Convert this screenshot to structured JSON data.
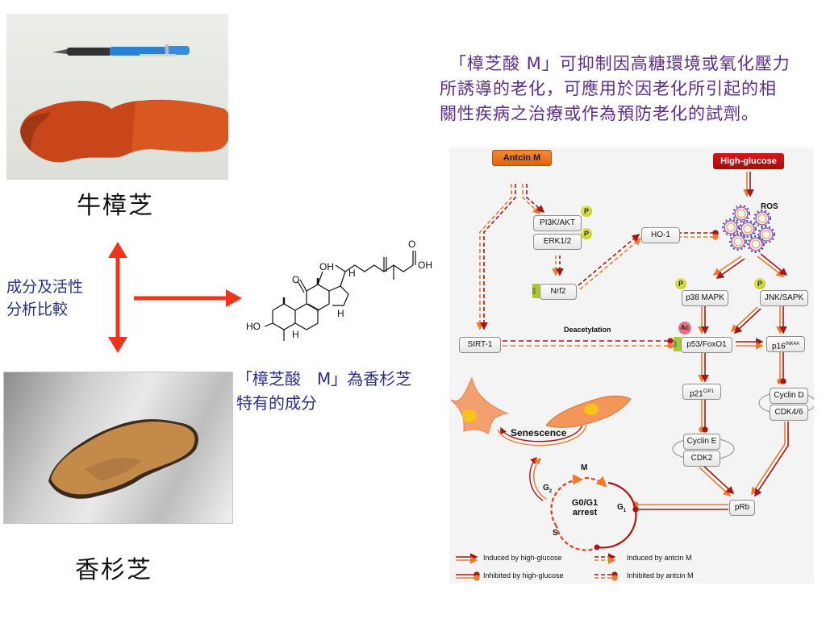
{
  "left": {
    "photo_top": {
      "name": "niu-zhang-zhi-photo",
      "subject": "orange-red fungus next to a blue mechanical pencil"
    },
    "caption_top": "牛樟芝",
    "compare_label": [
      "成分及活性",
      "分析比較"
    ],
    "photo_bottom": {
      "name": "xiang-shan-zhi-photo",
      "subject": "brownish-orange fungus on metal surface"
    },
    "caption_bottom": "香杉芝"
  },
  "middle": {
    "structure": {
      "name": "antcin-m-structure",
      "labels": [
        "OH",
        "O",
        "OH",
        "H",
        "O",
        "H",
        "HO",
        "H"
      ]
    },
    "note": [
      "「樟芝酸　M」為香杉芝",
      "特有的成分"
    ]
  },
  "right": {
    "heading": [
      "「樟芝酸 M」可抑制因高糖環境或氧化壓力",
      "所誘導的老化，可應用於因老化所引起的相",
      "關性疾病之治療或作為預防老化的試劑。"
    ],
    "diagram": {
      "colors": {
        "antcin_box": "#e8701a",
        "glucose_box": "#c00d0d",
        "induced": "#f07a2a",
        "inhibited": "#a61616",
        "trf": "#a9cc2c",
        "phospho": "#c8d12a",
        "acetyl": "#e36a7a"
      },
      "nodes": {
        "antcin": "Antcin M",
        "glucose": "High-glucose",
        "ros": "ROS",
        "pi3k": "PI3K/AKT",
        "erk": "ERK1/2",
        "ho1": "HO-1",
        "nrf2": "Nrf2",
        "p38": "p38 MAPK",
        "jnk": "JNK/SAPK",
        "sirt1": "SIRT-1",
        "deacetylation": "Deacetylation",
        "p53": "p53/FoxO1",
        "p16": "p16",
        "p16_sup": "INK4A",
        "p21": "p21",
        "p21_sup": "CIP1",
        "cyclin_d": "Cyclin D",
        "cdk46": "CDK4/6",
        "cyclin_e": "Cyclin E",
        "cdk2": "CDK2",
        "prb": "pRb",
        "senescence": "Senescence",
        "m": "M",
        "g2": "G",
        "g2_sub": "2",
        "g1": "G",
        "g1_sub": "1",
        "s": "S",
        "arrest_1": "G0/G1",
        "arrest_2": "arrest"
      },
      "badges": {
        "p": "P",
        "ac": "Ac",
        "trf": "TRF"
      },
      "legend": [
        {
          "label": "Induced by high-glucose",
          "style": "solid-arrow"
        },
        {
          "label": "Induced by antcin M",
          "style": "dashed-arrow"
        },
        {
          "label": "Inhibited by high-glucose",
          "style": "solid-bar"
        },
        {
          "label": "Inhibited by antcin M",
          "style": "dashed-bar"
        }
      ]
    }
  }
}
